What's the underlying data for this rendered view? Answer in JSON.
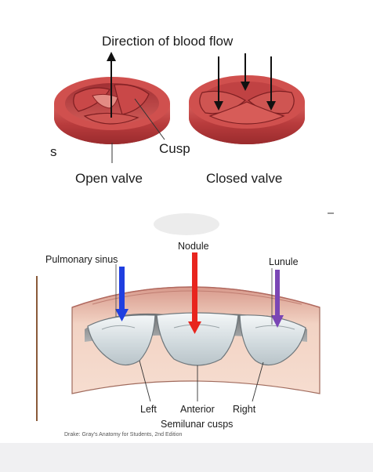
{
  "top_figure": {
    "title": "Direction of blood flow",
    "cusp_label": "Cusp",
    "open_valve_label": "Open valve",
    "closed_valve_label": "Closed valve",
    "cut_off_text": "s"
  },
  "bottom_figure": {
    "nodule_label": "Nodule",
    "pulmonary_sinus_label": "Pulmonary sinus",
    "lunule_label": "Lunule",
    "left_label": "Left",
    "anterior_label": "Anterior",
    "right_label": "Right",
    "semilunar_label": "Semilunar cusps",
    "credit": "Drake: Gray's Anatomy for Students, 2nd Edition"
  },
  "colors": {
    "valve_red": "#c94a4a",
    "valve_dark": "#8e2326",
    "sinus_arrow": "#1f3fe0",
    "nodule_arrow": "#e8251e",
    "lunule_arrow": "#7a46b5",
    "cusp_fill": "#dde4e8",
    "wall_pink": "#eec9b8"
  }
}
